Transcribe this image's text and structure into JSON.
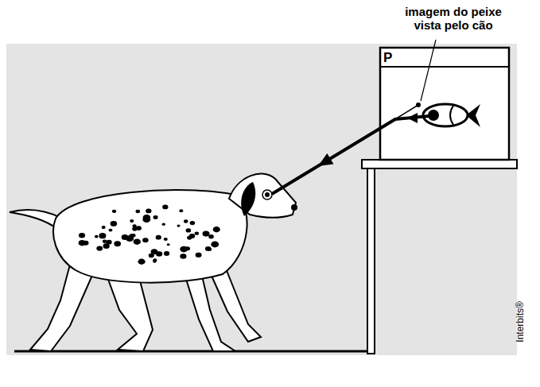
{
  "diagram": {
    "labels": [
      "imagem do peixe vista pelo cão",
      "P",
      "Interbits®"
    ]
  }
}
